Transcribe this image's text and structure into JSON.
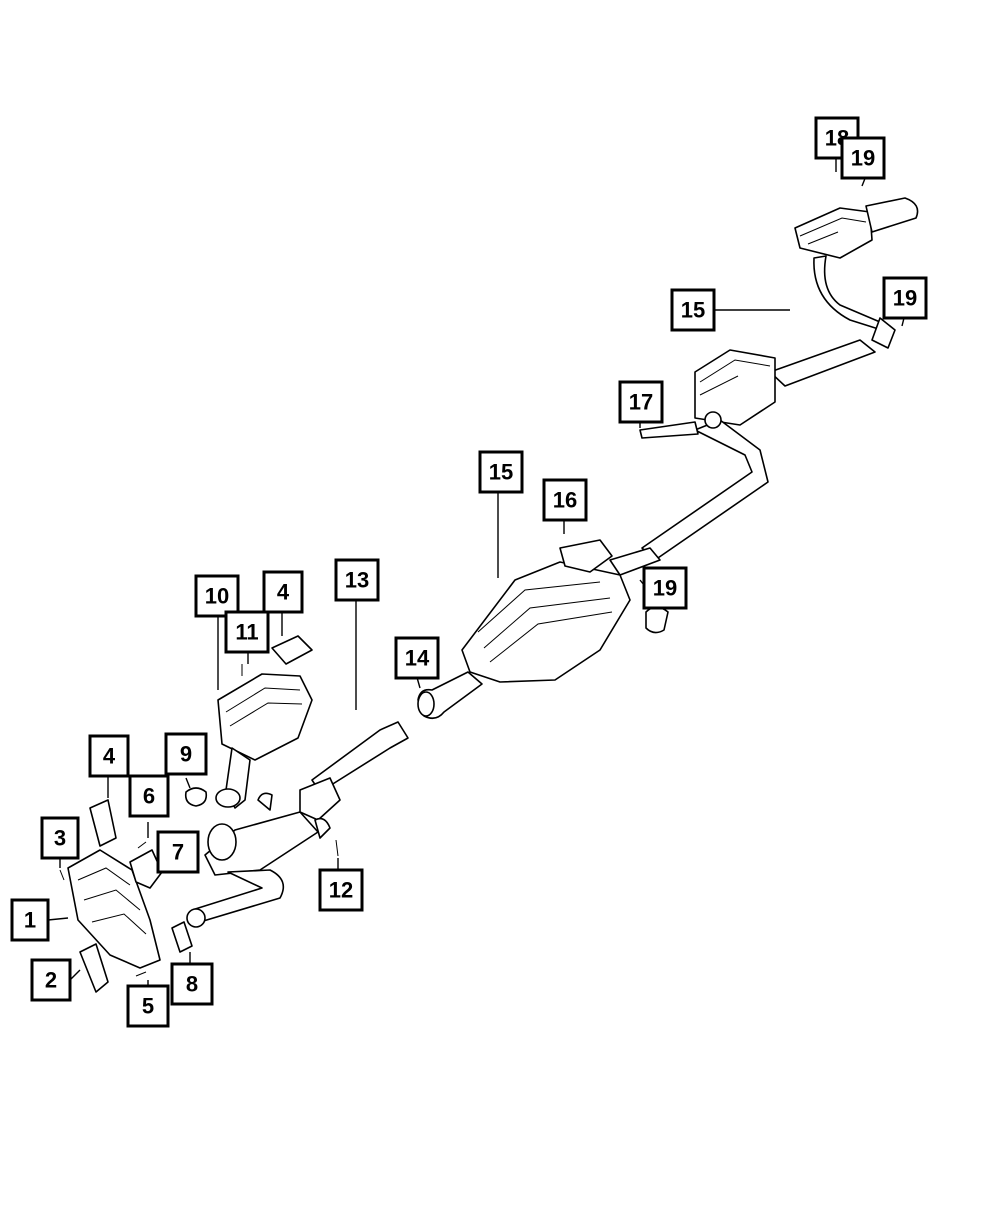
{
  "diagram": {
    "callouts": [
      {
        "id": "c1",
        "label": "1"
      },
      {
        "id": "c2",
        "label": "2"
      },
      {
        "id": "c3",
        "label": "3"
      },
      {
        "id": "c4a",
        "label": "4"
      },
      {
        "id": "c4b",
        "label": "4"
      },
      {
        "id": "c5",
        "label": "5"
      },
      {
        "id": "c6",
        "label": "6"
      },
      {
        "id": "c7",
        "label": "7"
      },
      {
        "id": "c8",
        "label": "8"
      },
      {
        "id": "c9",
        "label": "9"
      },
      {
        "id": "c10",
        "label": "10"
      },
      {
        "id": "c11",
        "label": "11"
      },
      {
        "id": "c12",
        "label": "12"
      },
      {
        "id": "c13",
        "label": "13"
      },
      {
        "id": "c14",
        "label": "14"
      },
      {
        "id": "c15a",
        "label": "15"
      },
      {
        "id": "c15b",
        "label": "15"
      },
      {
        "id": "c16",
        "label": "16"
      },
      {
        "id": "c17",
        "label": "17"
      },
      {
        "id": "c18",
        "label": "18"
      },
      {
        "id": "c19a",
        "label": "19"
      },
      {
        "id": "c19b",
        "label": "19"
      },
      {
        "id": "c19c",
        "label": "19"
      }
    ]
  }
}
